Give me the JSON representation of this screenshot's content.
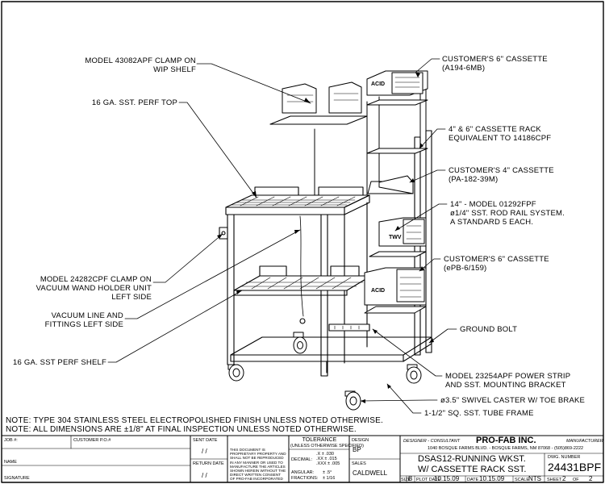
{
  "callouts": {
    "clamp_wip": [
      "MODEL 43082APF CLAMP ON",
      "WIP SHELF"
    ],
    "perf_top": "16 GA. SST. PERF TOP",
    "clamp_vacuum": [
      "MODEL 24282CPF CLAMP ON",
      "VACUUM WAND HOLDER UNIT",
      "LEFT SIDE"
    ],
    "vacuum_line": [
      "VACUUM LINE AND",
      "FITTINGS LEFT SIDE"
    ],
    "perf_shelf": "16 GA. SST PERF SHELF",
    "cassette_6_a": [
      "CUSTOMER'S 6\" CASSETTE",
      "(A194-6MB)"
    ],
    "cassette_rack": [
      "4\" & 6\" CASSETTE RACK",
      "EQUIVALENT TO 14186CPF"
    ],
    "cassette_4": [
      "CUSTOMER'S 4\" CASSETTE",
      "(PA-182-39M)"
    ],
    "rod_rail": [
      "14\" - MODEL 01292FPF",
      "ø1/4\" SST. ROD RAIL SYSTEM.",
      "A STANDARD 5 EACH."
    ],
    "cassette_6_b": [
      "CUSTOMER'S 6\" CASSETTE",
      "(ePB-6/159)"
    ],
    "ground_bolt": "GROUND BOLT",
    "power_strip": [
      "MODEL 23254APF POWER STRIP",
      "AND SST. MOUNTING BRACKET"
    ],
    "caster": "ø3.5\" SWIVEL CASTER W/ TOE BRAKE",
    "tube_frame": "1-1/2\" SQ. SST. TUBE FRAME"
  },
  "drawing_marks": {
    "acid_1": "ACID",
    "acid_2": "ACID",
    "twv": "TWV"
  },
  "notes": [
    "NOTE: TYPE 304 STAINLESS STEEL ELECTROPOLISHED FINISH UNLESS NOTED OTHERWISE.",
    "NOTE: ALL DIMENSIONS ARE ±1/8\" AT FINAL INSPECTION UNLESS NOTED OTHERWISE."
  ],
  "title_block": {
    "job_label": "JOB #:",
    "customer_po_label": "CUSTOMER P.O.#",
    "name_label": "NAME",
    "signature_label": "SIGNATURE",
    "sent_date_label": "SENT DATE",
    "sent_date_value": "/   /",
    "return_date_label": "RETURN DATE",
    "return_date_value": "/   /",
    "proprietary": "THIS DOCUMENT IS PROPRIETARY PROPERTY AND SHALL NOT BE REPRODUCED IN ANY MANNER OR USED TO MANUFACTURE THE ARTICLES SHOWN HEREIN WITHOUT THE DIRECT WRITTEN CONSENT OF PRO-FAB INCORPORATED",
    "tolerance_title": "TOLERANCE",
    "tolerance_sub": "(UNLESS OTHERWISE SPECIFIED)",
    "decimal_label": "DECIMAL:",
    "decimal_values": [
      ".X  ± .030",
      ".XX  ± .015",
      ".XXX  ± .005"
    ],
    "angular_label": "ANGULAR:",
    "angular_value": "± .5°",
    "fractions_label": "FRACTIONS:",
    "fractions_value": "± 1/16",
    "design_label": "DESIGN",
    "design_value": "BP",
    "sales_label": "SALES",
    "sales_value": "CALDWELL",
    "designer_tag": "DESIGNER - CONSULTANT",
    "company": "PRO-FAB INC.",
    "manufacturer_tag": "MANUFACTURER",
    "address": "1040 BOSQUE FARMS BLVD. - BOSQUE FARMS, NM 87068 - (505)869-2222",
    "title_line1": "DSAS12-RUNNING WKST.",
    "title_line2": "W/ CASSETTE RACK SST.",
    "dwg_number_label": "DWG. NUMBER",
    "dwg_number": "24431BPF",
    "size_label": "SIZE",
    "size_value": "B",
    "plot_date_label": "PLOT DATE",
    "plot_date": "10.15.09",
    "date_label": "DATE",
    "date_value": "10.15.09",
    "scale_label": "SCALE",
    "scale_value": "NTS",
    "sheet_label": "SHEET",
    "sheet_value": "2",
    "of_label": "OF",
    "sheet_total": "2"
  }
}
